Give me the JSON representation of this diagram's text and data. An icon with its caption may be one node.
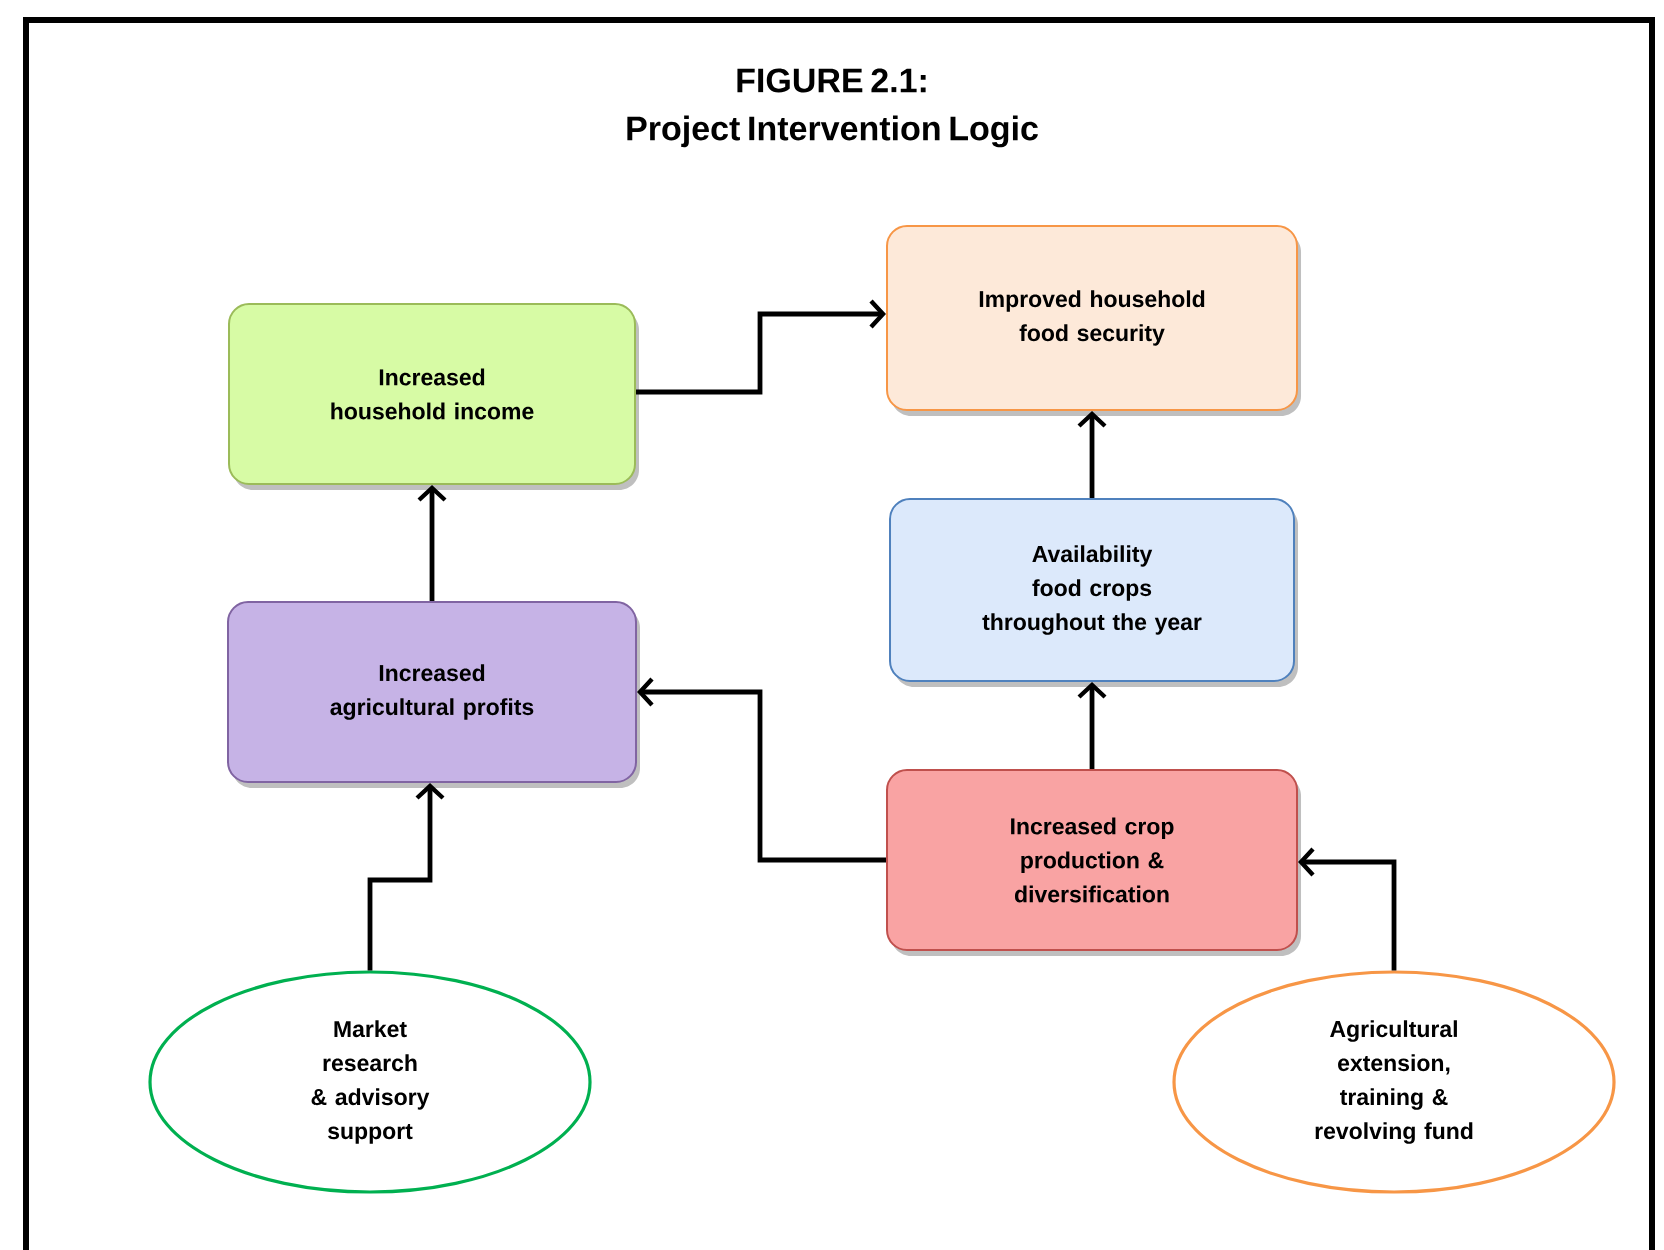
{
  "diagram": {
    "title": "FIGURE 2.1: Project Intervention Logic",
    "nodes": [
      {
        "text": [
          "Improved household food security"
        ]
      },
      {
        "text": [
          "Increased household income"
        ]
      },
      {
        "text": [
          "Availability food crops throughout the year"
        ]
      },
      {
        "text": [
          "Increased agricultural profits"
        ]
      },
      {
        "text": [
          "Increased crop production & diversification"
        ]
      },
      {
        "text": [
          "Market research & advisory support"
        ]
      },
      {
        "text": [
          "Agricultural extension, training & revolving fund"
        ]
      }
    ],
    "edges": [
      {
        "from": 1,
        "to": 0,
        "arrow": "to"
      },
      {
        "from": 2,
        "to": 0,
        "arrow": "to"
      },
      {
        "from": 3,
        "to": 1,
        "arrow": "to"
      },
      {
        "from": 4,
        "to": 2,
        "arrow": "to"
      },
      {
        "from": 4,
        "to": 3,
        "arrow": "to"
      },
      {
        "from": 5,
        "to": 3,
        "arrow": "to"
      },
      {
        "from": 6,
        "to": 4,
        "arrow": "to"
      }
    ]
  }
}
